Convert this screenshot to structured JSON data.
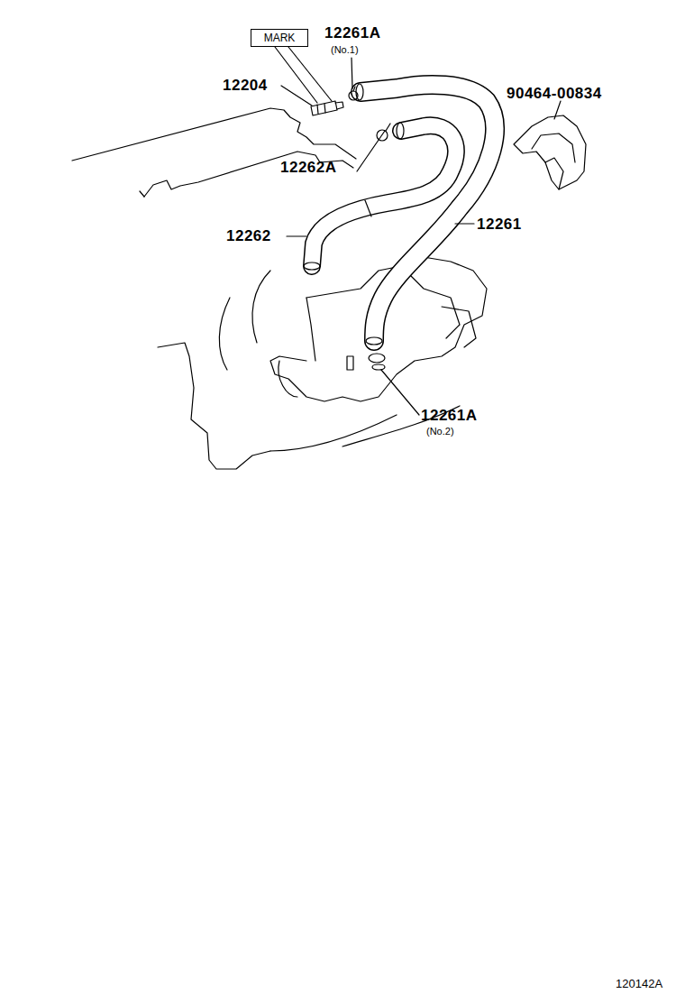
{
  "diagram": {
    "nodes": [
      {
        "text": [
          "MARK"
        ]
      }
    ],
    "labels": [
      "12261A",
      "(No.1)",
      "12204",
      "90464-00834",
      "12262A",
      "12261",
      "12262",
      "12261A",
      "(No.2)",
      "120142A"
    ]
  }
}
